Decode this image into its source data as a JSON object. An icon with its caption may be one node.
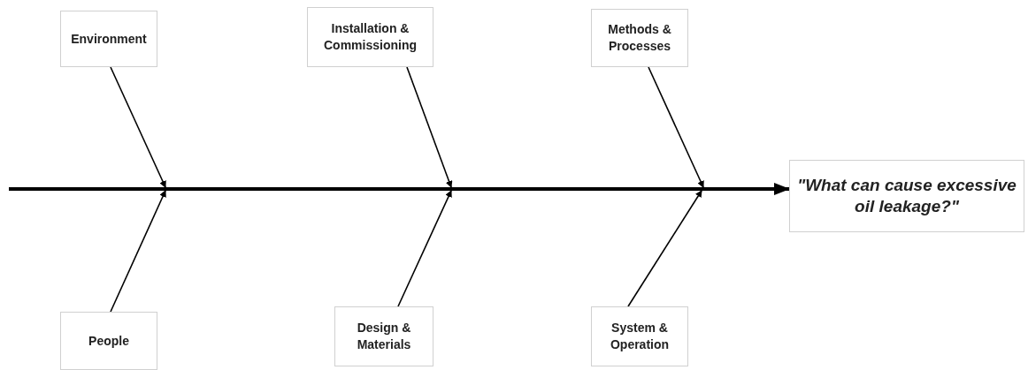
{
  "diagram": {
    "nodes": [
      {
        "text": [
          "Environment"
        ]
      },
      {
        "text": [
          "Installation & Commissioning"
        ]
      },
      {
        "text": [
          "Methods & Processes"
        ]
      },
      {
        "text": [
          "\"What can cause excessive oil leakage?\""
        ]
      },
      {
        "text": [
          "People"
        ]
      },
      {
        "text": [
          "Design & Materials"
        ]
      },
      {
        "text": [
          "System & Operation"
        ]
      }
    ],
    "edges": [
      {
        "from": 0,
        "to": null,
        "arrow": "to"
      },
      {
        "from": 1,
        "to": null,
        "arrow": "to"
      },
      {
        "from": 2,
        "to": null,
        "arrow": "to"
      },
      {
        "from": 4,
        "to": null,
        "arrow": "to"
      },
      {
        "from": 5,
        "to": null,
        "arrow": "to"
      },
      {
        "from": 6,
        "to": null,
        "arrow": "to"
      },
      {
        "from": null,
        "to": 3,
        "arrow": "to",
        "style": "thick"
      }
    ]
  }
}
